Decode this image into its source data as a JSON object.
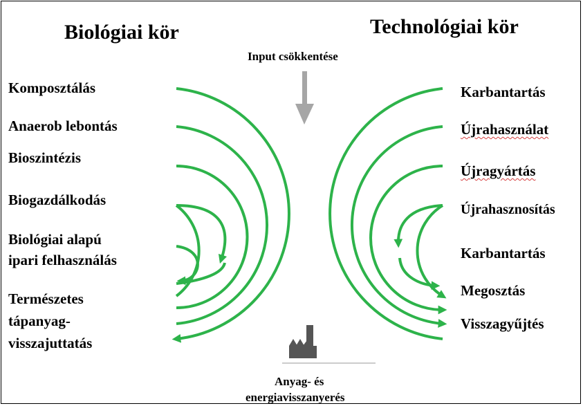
{
  "left_title": "Biológiai kör",
  "right_title": "Technológiai kör",
  "input_label": "Input csökkentése",
  "recovery_label_line1": "Anyag- és",
  "recovery_label_line2": "energiavisszanyerés",
  "left_items": [
    "Komposztálás",
    "Anaerob lebontás",
    "Bioszintézis",
    "Biogazdálkodás",
    "Biológiai alapú",
    "ipari felhasználás",
    "Természetes",
    "tápanyag-",
    "visszajuttatás"
  ],
  "right_items": [
    "Karbantartás",
    "Újrahasználat",
    "Újragyártás",
    "Újrahasznosítás",
    "Karbantartás",
    "Megosztás",
    "Visszagyűjtés"
  ],
  "colors": {
    "loop_green": "#2db34a",
    "arrow_gray": "#a6a6a6",
    "factory_dark": "#555555"
  }
}
